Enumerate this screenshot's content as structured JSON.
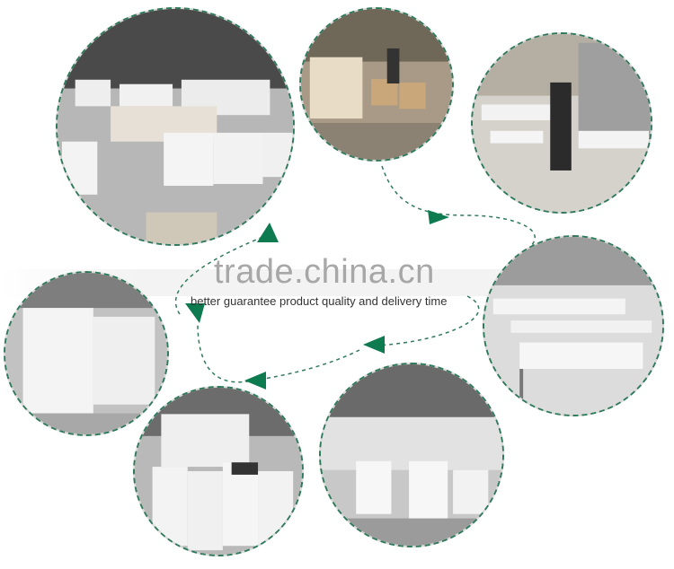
{
  "watermark": "trade.china.cn",
  "tagline": "better guarantee product quality and delivery time",
  "colors": {
    "dash": "#2f7a5a",
    "arrow": "#0e7a4f"
  },
  "photos": [
    {
      "name": "photo-warehouse-bedside-tables"
    },
    {
      "name": "photo-workers-assembling-stools"
    },
    {
      "name": "photo-worker-spraying-panels"
    },
    {
      "name": "photo-drying-racks-benches"
    },
    {
      "name": "photo-mirror-frames-production"
    },
    {
      "name": "photo-packed-drawer-units"
    },
    {
      "name": "photo-stacked-white-cabinets"
    }
  ]
}
